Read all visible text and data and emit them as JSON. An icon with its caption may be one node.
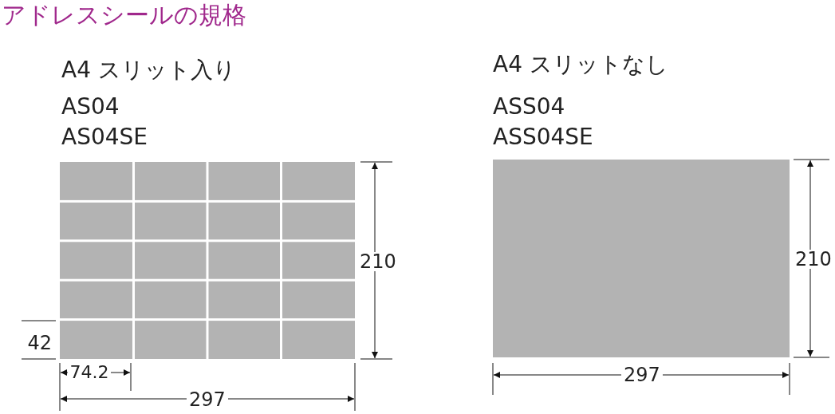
{
  "diagram": {
    "title": "アドレスシールの規格",
    "labels": [
      "A4 スリット入り",
      "AS04",
      "AS04SE",
      "A4 スリットなし",
      "ASS04",
      "ASS04SE",
      "210",
      "42",
      "74.2",
      "297",
      "210",
      "297"
    ]
  }
}
